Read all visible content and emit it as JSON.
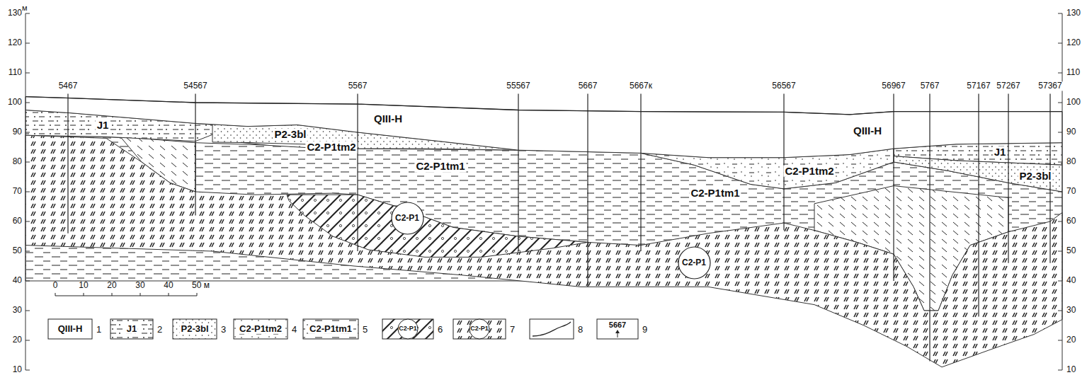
{
  "diagram": {
    "nodes": [
      {
        "text": [
          "C2-P1"
        ]
      },
      {
        "text": [
          "C2-P1"
        ]
      }
    ],
    "labels": [
      "м",
      "130",
      "120",
      "110",
      "100",
      "90",
      "80",
      "70",
      "60",
      "50",
      "40",
      "30",
      "20",
      "10",
      "130",
      "120",
      "110",
      "100",
      "90",
      "80",
      "70",
      "60",
      "50",
      "40",
      "30",
      "20",
      "10",
      "5467",
      "54567",
      "5567",
      "55567",
      "5667",
      "5667к",
      "56567",
      "56967",
      "5767",
      "57167",
      "57267",
      "57367",
      "J1",
      "P2-3bl",
      "QIII-H",
      "C2-P1tm2",
      "C2-P1tm1",
      "QIII-H",
      "C2-P1tm2",
      "C2-P1tm1",
      "J1",
      "P2-3bl",
      "0",
      "10",
      "20",
      "30",
      "40",
      "50 м",
      "QIII-H",
      "J1",
      "P2-3bl",
      "C2-P1tm2",
      "C2-P1tm1",
      "C2-P1",
      "C2-P1",
      "5667"
    ],
    "legend": [
      {
        "text": "1"
      },
      {
        "text": "2"
      },
      {
        "text": "3"
      },
      {
        "text": "4"
      },
      {
        "text": "5"
      },
      {
        "text": "6"
      },
      {
        "text": "7"
      },
      {
        "text": "8"
      },
      {
        "text": "9"
      }
    ]
  }
}
